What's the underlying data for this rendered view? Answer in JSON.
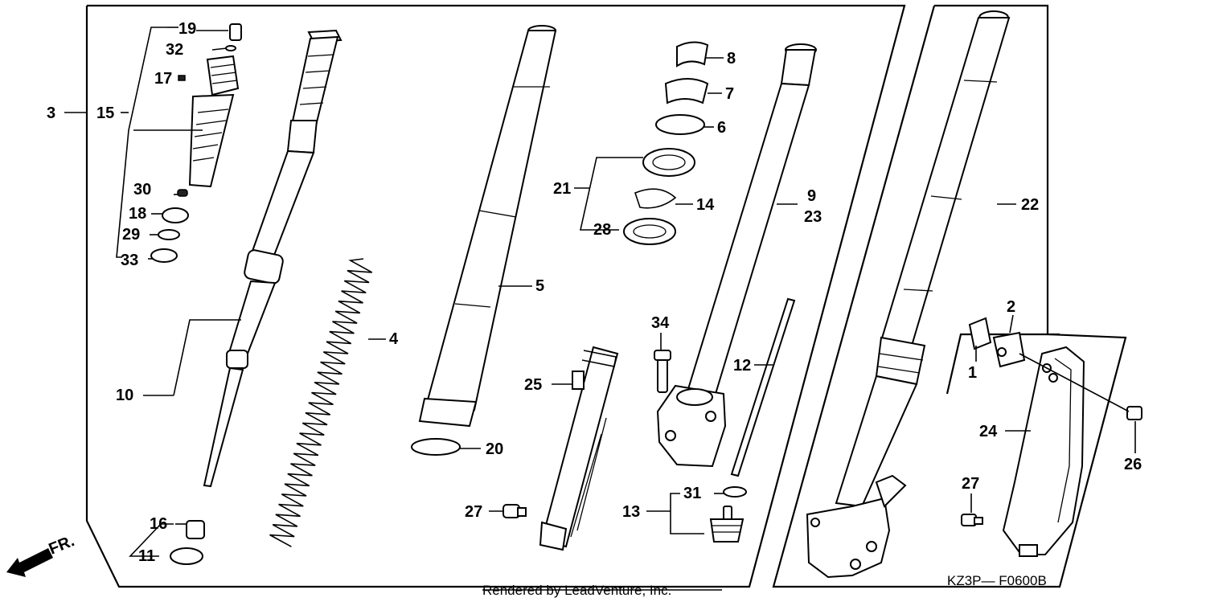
{
  "labels": {
    "l1": "1",
    "l2": "2",
    "l3": "3",
    "l4": "4",
    "l5": "5",
    "l6": "6",
    "l7": "7",
    "l8": "8",
    "l9": "9",
    "l10": "10",
    "l11": "11",
    "l12": "12",
    "l13": "13",
    "l14": "14",
    "l15": "15",
    "l16": "16",
    "l17": "17",
    "l18": "18",
    "l19": "19",
    "l20": "20",
    "l21": "21",
    "l22": "22",
    "l23": "23",
    "l24": "24",
    "l25": "25",
    "l26": "26",
    "l27a": "27",
    "l27b": "27",
    "l28": "28",
    "l29": "29",
    "l30": "30",
    "l31": "31",
    "l32": "32",
    "l33": "33",
    "l34": "34"
  },
  "direction": {
    "text": "FR."
  },
  "footer": {
    "credit": "Rendered by LeadVenture, Inc.",
    "code": "KZ3P— F0600B"
  }
}
